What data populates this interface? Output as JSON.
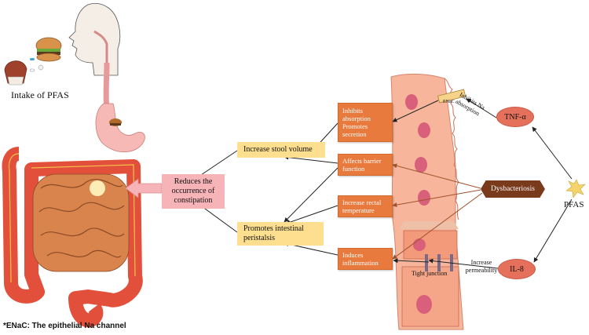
{
  "intake_label": "Intake of PFAS",
  "reduces": "Reduces the occurrence of constipation",
  "increase_stool": "Increase stool volume",
  "promotes_peristalsis": "Promotes intestinal peristalsis",
  "inhibits_absorption": "Inhibits absorption Promotes secretion",
  "affects_barrier": "Affects barrier function",
  "increase_rectal": "Increase rectal temperature",
  "induces_inflammation": "Induces inflammation",
  "dysbacteriosis": "Dysbacteriosis",
  "tnf": "TNF-α",
  "il8": "IL-8",
  "pfas": "PFAS",
  "enac": "ENaC",
  "inhibits_na": "Inhibits Na absorption",
  "increase_perm": "Increase permeability",
  "tight_junction": "Tight junction",
  "footnote": "*ENaC: The epithelial Na channel",
  "colors": {
    "orange": "#e97a3d",
    "yellow": "#fddf8f",
    "pink": "#f7b4b8",
    "oval": "#e5705c",
    "hex": "#7a3b1c"
  }
}
